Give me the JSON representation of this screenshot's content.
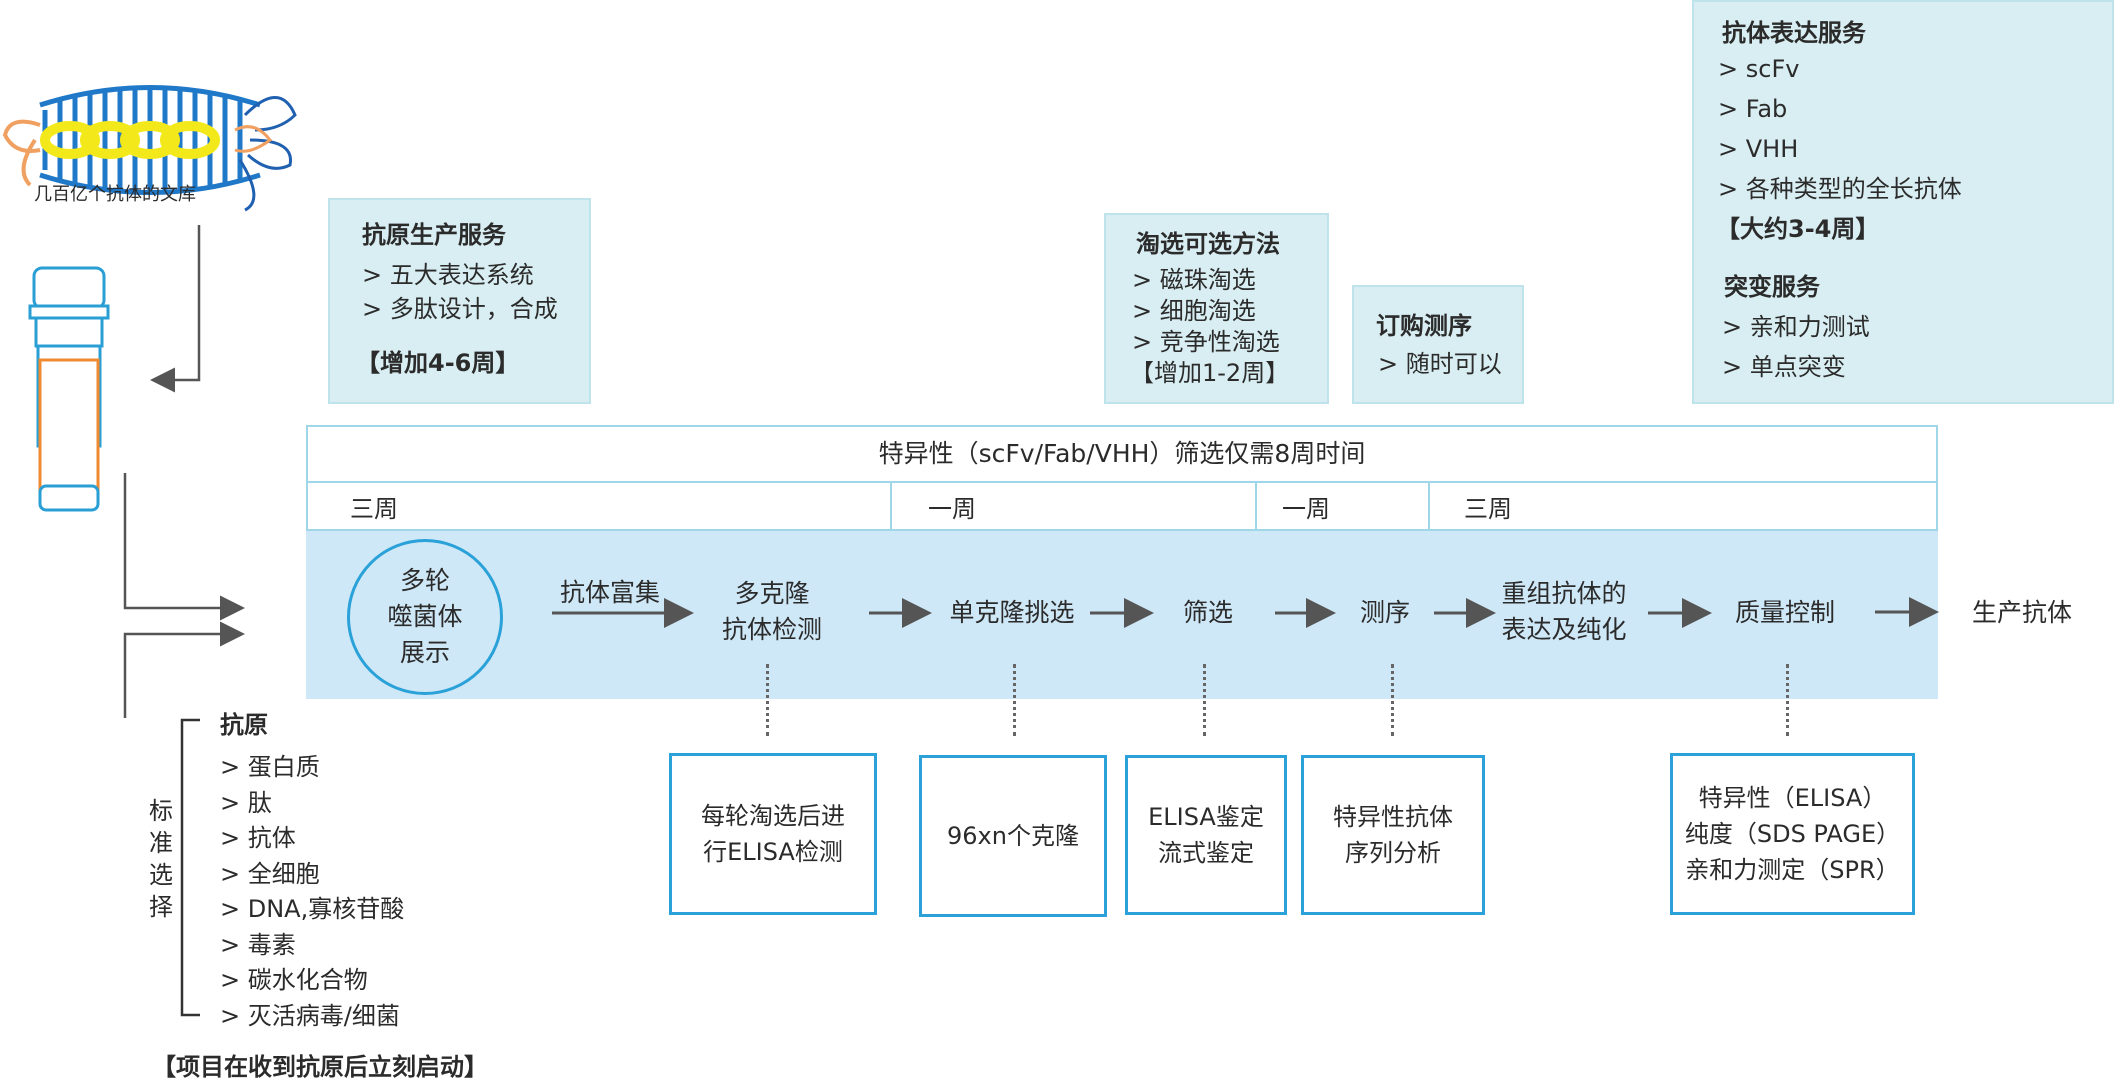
{
  "library_label": "几百亿个抗体的文库",
  "antigen_service": {
    "title": "抗原生产服务",
    "items": [
      "> 五大表达系统",
      "> 多肽设计，合成"
    ],
    "duration": "【增加4-6周】"
  },
  "panning_methods": {
    "title": "淘选可选方法",
    "items": [
      "> 磁珠淘选",
      "> 细胞淘选",
      "> 竞争性淘选"
    ],
    "duration": "【增加1-2周】"
  },
  "sequencing_order": {
    "title": "订购测序",
    "items": [
      "> 随时可以"
    ]
  },
  "expression_service": {
    "title": "抗体表达服务",
    "items": [
      "> scFv",
      "> Fab",
      "> VHH",
      "> 各种类型的全长抗体"
    ],
    "duration": "【大约3-4周】",
    "mutation_title": "突变服务",
    "mutation_items": [
      "> 亲和力测试",
      "> 单点突变"
    ]
  },
  "timeline": {
    "header": "特异性（scFv/Fab/VHH）筛选仅需8周时间",
    "weeks": [
      "三周",
      "一周",
      "一周",
      "三周"
    ]
  },
  "process": {
    "phage_display": [
      "多轮",
      "噬菌体",
      "展示"
    ],
    "enrichment": "抗体富集",
    "steps": [
      [
        "多克隆",
        "抗体检测"
      ],
      [
        "单克隆挑选"
      ],
      [
        "筛选"
      ],
      [
        "测序"
      ],
      [
        "重组抗体的",
        "表达及纯化"
      ],
      [
        "质量控制"
      ]
    ],
    "final": "生产抗体"
  },
  "details": [
    [
      "每轮淘选后进",
      "行ELISA检测"
    ],
    [
      "96xn个克隆"
    ],
    [
      "ELISA鉴定",
      "流式鉴定"
    ],
    [
      "特异性抗体",
      "序列分析"
    ],
    [
      "特异性（ELISA）",
      "纯度（SDS PAGE）",
      "亲和力测定（SPR）"
    ]
  ],
  "standard_selection": {
    "side_label": [
      "标",
      "准",
      "选",
      "择"
    ],
    "title": "抗原",
    "items": [
      "> 蛋白质",
      "> 肽",
      "> 抗体",
      "> 全细胞",
      "> DNA,寡核苷酸",
      "> 毒素",
      "> 碳水化合物",
      "> 灭活病毒/细菌"
    ],
    "note": "【项目在收到抗原后立刻启动】"
  },
  "colors": {
    "accent_blue": "#2aa1d8",
    "band_blue": "#cfe8f7",
    "info_box": "#d9eef2",
    "library_yellow": "#f3e81a",
    "library_orange": "#f0a060"
  }
}
